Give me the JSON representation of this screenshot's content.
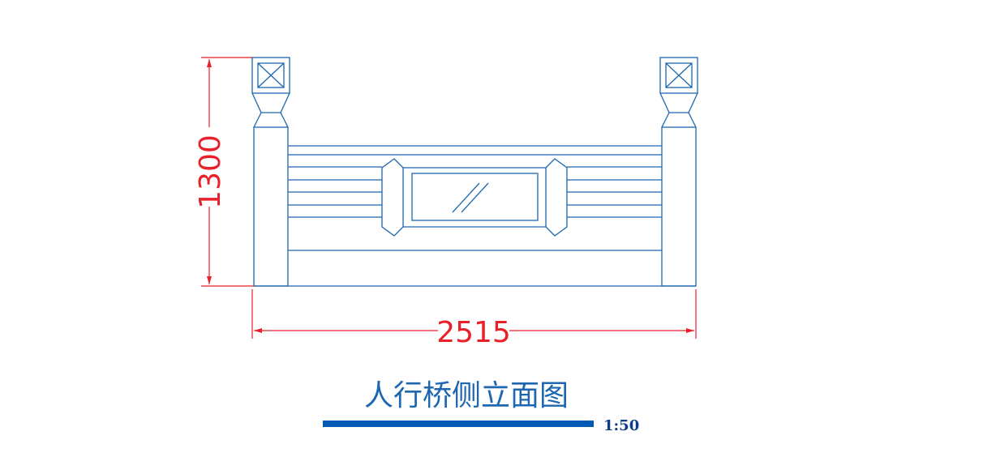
{
  "drawing": {
    "title": "人行桥侧立面图",
    "scale": "1:50",
    "dim_width": "2515",
    "dim_height": "1300",
    "colors": {
      "structure": "#1d67b0",
      "dimension": "#e8202a",
      "scale_bar": "#0059b3",
      "background": "#ffffff"
    }
  }
}
